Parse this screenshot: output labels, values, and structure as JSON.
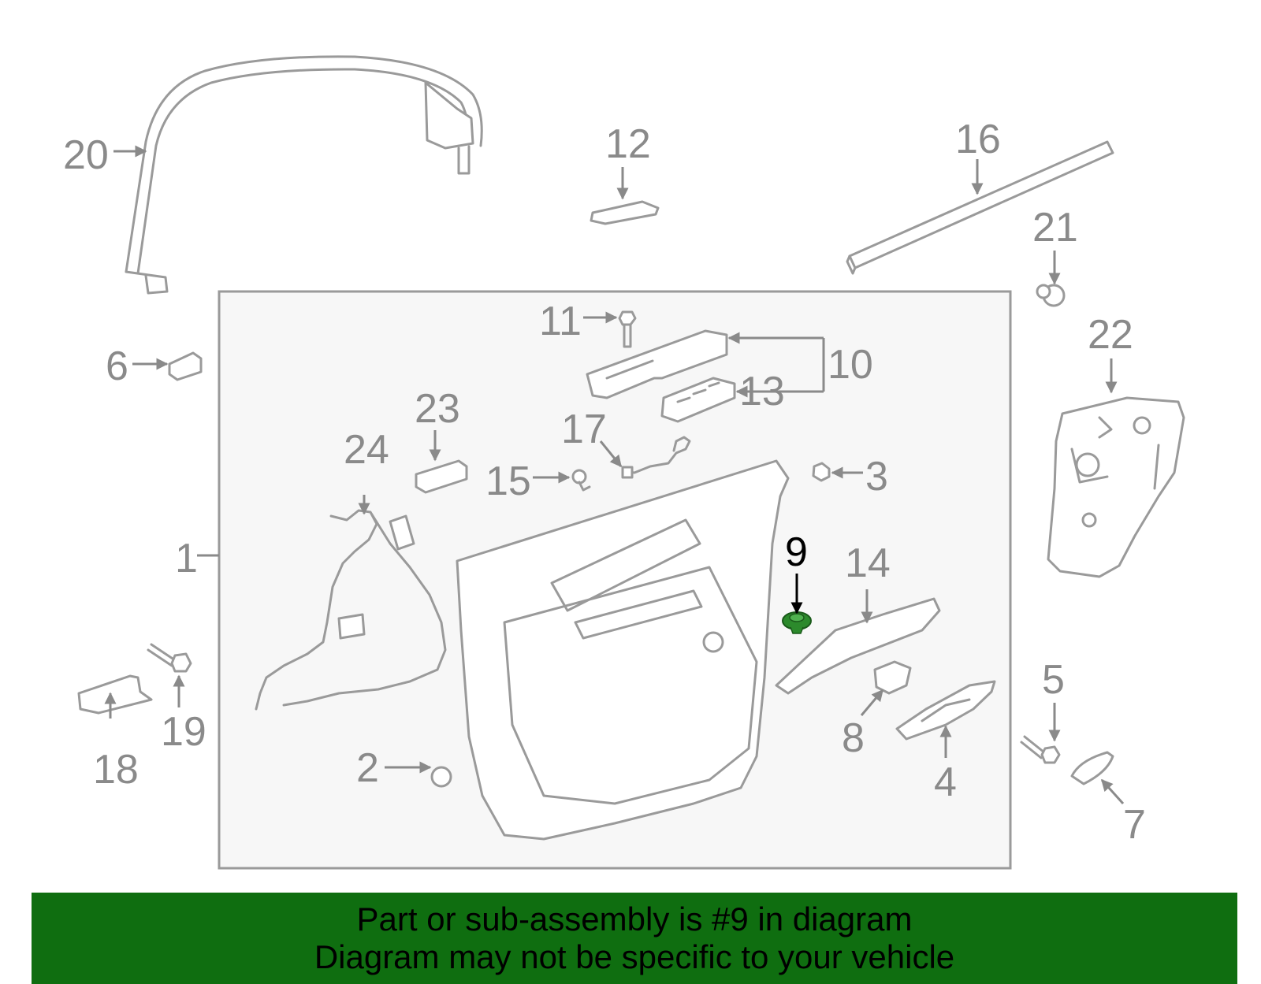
{
  "diagram": {
    "highlighted_part": "9",
    "labels": [
      "1",
      "2",
      "3",
      "4",
      "5",
      "6",
      "7",
      "8",
      "9",
      "10",
      "11",
      "12",
      "13",
      "14",
      "15",
      "16",
      "17",
      "18",
      "19",
      "20",
      "21",
      "22",
      "23",
      "24"
    ]
  },
  "banner": {
    "line1": "Part or sub-assembly is #9 in diagram",
    "line2": "Diagram may not be specific to your vehicle"
  },
  "colors": {
    "banner_bg": "#0f6e10",
    "highlight_part": "#2c8a2c",
    "line_gray": "#9a9a9a",
    "box_fill": "#f7f7f7"
  }
}
